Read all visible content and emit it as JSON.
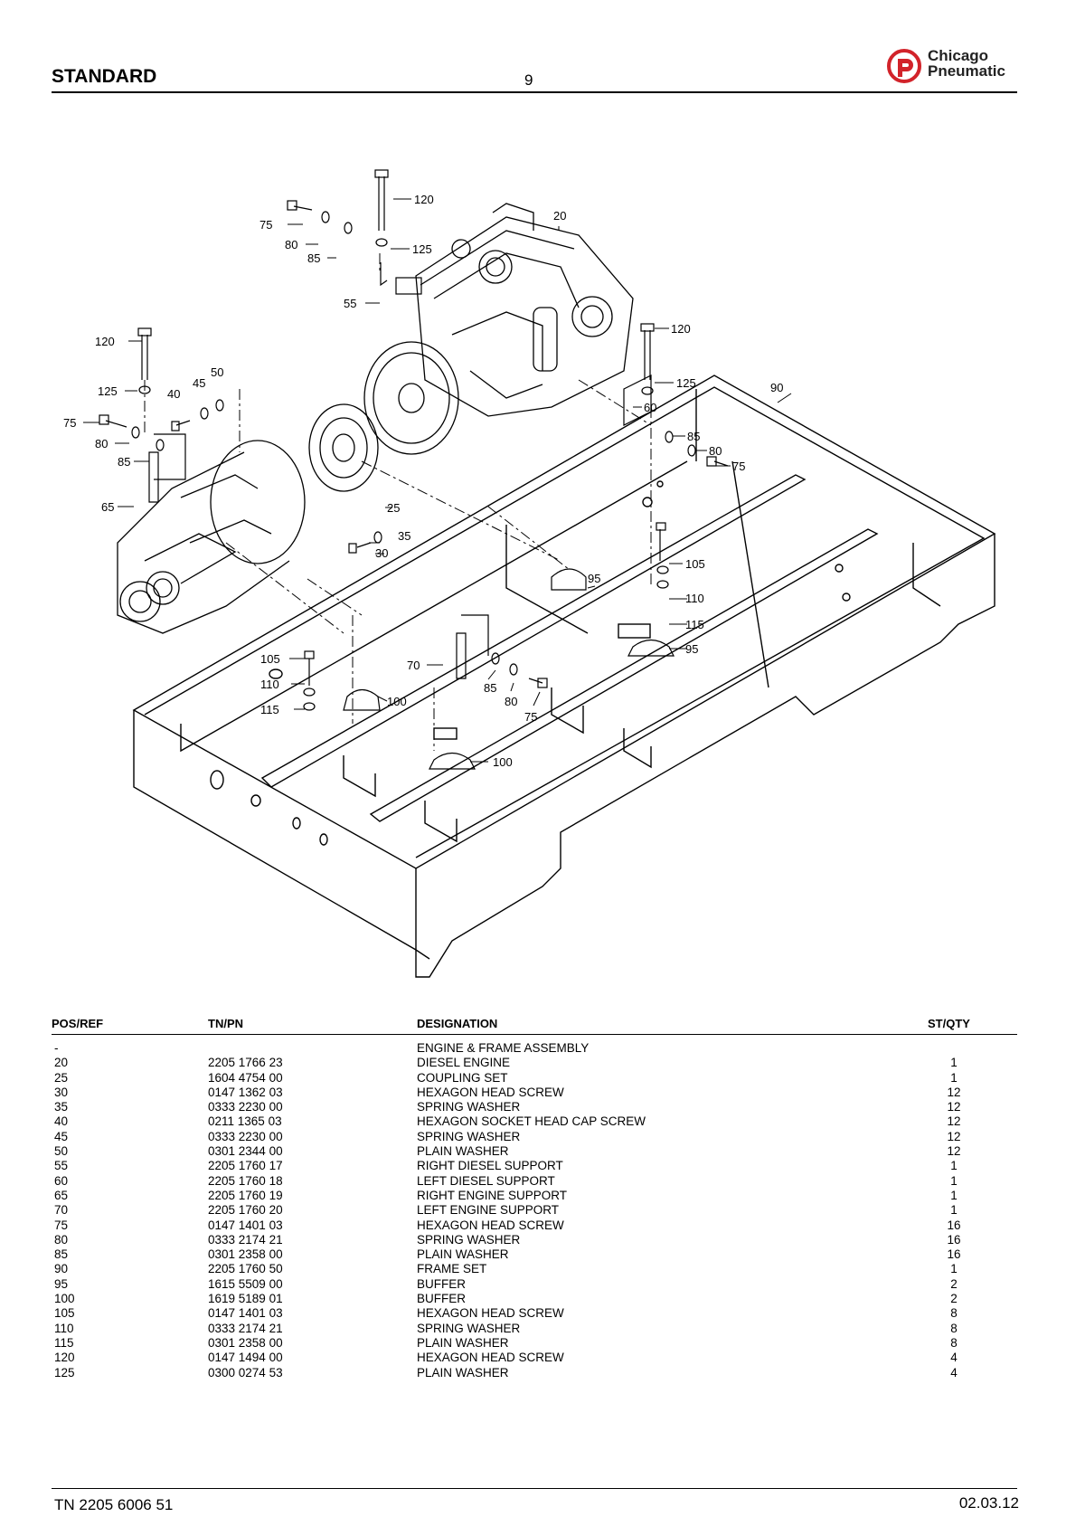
{
  "header": {
    "title": "STANDARD",
    "page_number": "9",
    "logo_text_line1": "Chicago",
    "logo_text_line2": "Pneumatic"
  },
  "drawing": {
    "callouts": [
      "120",
      "75",
      "80",
      "85",
      "125",
      "20",
      "55",
      "120",
      "125",
      "60",
      "85",
      "80",
      "75",
      "90",
      "120",
      "125",
      "40",
      "45",
      "50",
      "75",
      "80",
      "85",
      "65",
      "25",
      "35",
      "30",
      "95",
      "105",
      "110",
      "115",
      "95",
      "105",
      "110",
      "115",
      "100",
      "70",
      "85",
      "80",
      "75",
      "100"
    ]
  },
  "table": {
    "headers": {
      "pos": "POS/REF",
      "pn": "TN/PN",
      "designation": "DESIGNATION",
      "qty": "ST/QTY"
    },
    "rows": [
      {
        "pos": "-",
        "pn": "",
        "designation": "ENGINE & FRAME ASSEMBLY",
        "qty": ""
      },
      {
        "pos": "20",
        "pn": "2205 1766 23",
        "designation": "DIESEL ENGINE",
        "qty": "1"
      },
      {
        "pos": "25",
        "pn": "1604 4754 00",
        "designation": "COUPLING SET",
        "qty": "1"
      },
      {
        "pos": "30",
        "pn": "0147 1362 03",
        "designation": "HEXAGON HEAD SCREW",
        "qty": "12"
      },
      {
        "pos": "35",
        "pn": "0333 2230 00",
        "designation": "SPRING WASHER",
        "qty": "12"
      },
      {
        "pos": "40",
        "pn": "0211 1365 03",
        "designation": "HEXAGON SOCKET HEAD CAP SCREW",
        "qty": "12"
      },
      {
        "pos": "45",
        "pn": "0333 2230 00",
        "designation": "SPRING WASHER",
        "qty": "12"
      },
      {
        "pos": "50",
        "pn": "0301 2344 00",
        "designation": "PLAIN WASHER",
        "qty": "12"
      },
      {
        "pos": "55",
        "pn": "2205 1760 17",
        "designation": "RIGHT DIESEL SUPPORT",
        "qty": "1"
      },
      {
        "pos": "60",
        "pn": "2205 1760 18",
        "designation": "LEFT DIESEL SUPPORT",
        "qty": "1"
      },
      {
        "pos": "65",
        "pn": "2205 1760 19",
        "designation": "RIGHT ENGINE SUPPORT",
        "qty": "1"
      },
      {
        "pos": "70",
        "pn": "2205 1760 20",
        "designation": "LEFT ENGINE SUPPORT",
        "qty": "1"
      },
      {
        "pos": "75",
        "pn": "0147 1401 03",
        "designation": "HEXAGON HEAD SCREW",
        "qty": "16"
      },
      {
        "pos": "80",
        "pn": "0333 2174 21",
        "designation": "SPRING WASHER",
        "qty": "16"
      },
      {
        "pos": "85",
        "pn": "0301 2358 00",
        "designation": "PLAIN WASHER",
        "qty": "16"
      },
      {
        "pos": "90",
        "pn": "2205 1760 50",
        "designation": "FRAME SET",
        "qty": "1"
      },
      {
        "pos": "95",
        "pn": "1615 5509 00",
        "designation": "BUFFER",
        "qty": "2"
      },
      {
        "pos": "100",
        "pn": "1619 5189 01",
        "designation": "BUFFER",
        "qty": "2"
      },
      {
        "pos": "105",
        "pn": "0147 1401 03",
        "designation": "HEXAGON HEAD SCREW",
        "qty": "8"
      },
      {
        "pos": "110",
        "pn": "0333 2174 21",
        "designation": "SPRING WASHER",
        "qty": "8"
      },
      {
        "pos": "115",
        "pn": "0301 2358 00",
        "designation": "PLAIN WASHER",
        "qty": "8"
      },
      {
        "pos": "120",
        "pn": "0147 1494 00",
        "designation": "HEXAGON HEAD SCREW",
        "qty": "4"
      },
      {
        "pos": "125",
        "pn": "0300 0274 53",
        "designation": "PLAIN WASHER",
        "qty": "4"
      }
    ]
  },
  "footer": {
    "doc_number": "TN 2205 6006 51",
    "date": "02.03.12"
  },
  "colors": {
    "brand_red": "#d2232a",
    "text": "#000000"
  }
}
